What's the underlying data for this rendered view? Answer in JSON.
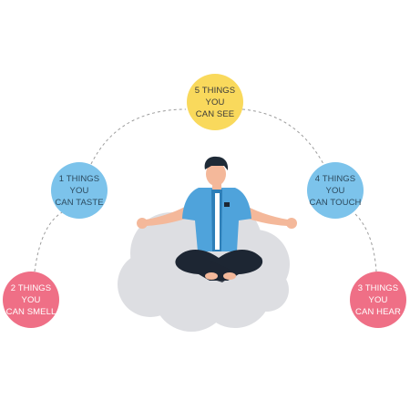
{
  "nodes": [
    {
      "id": "see",
      "label": "5 THINGS YOU\nCAN SEE",
      "color": "#F9D95C",
      "text_color": "#3a3a3a"
    },
    {
      "id": "taste",
      "label": "1 THINGS YOU\nCAN TASTE",
      "color": "#7CC3EB",
      "text_color": "#2c4a5e"
    },
    {
      "id": "touch",
      "label": "4 THINGS YOU\nCAN TOUCH",
      "color": "#7CC3EB",
      "text_color": "#2c4a5e"
    },
    {
      "id": "smell",
      "label": "2 THINGS YOU\nCAN SMELL",
      "color": "#EF6F86",
      "text_color": "#ffffff"
    },
    {
      "id": "hear",
      "label": "3 THINGS YOU\nCAN HEAR",
      "color": "#EF6F86",
      "text_color": "#ffffff"
    }
  ],
  "colors": {
    "cloud": "#DDDEE2",
    "connector": "#9c9c9c",
    "shirt": "#4FA3DB",
    "shirt_dark": "#2E7FB8",
    "skin": "#F4B89A",
    "hair": "#1E2A36",
    "pants": "#1D2633"
  }
}
